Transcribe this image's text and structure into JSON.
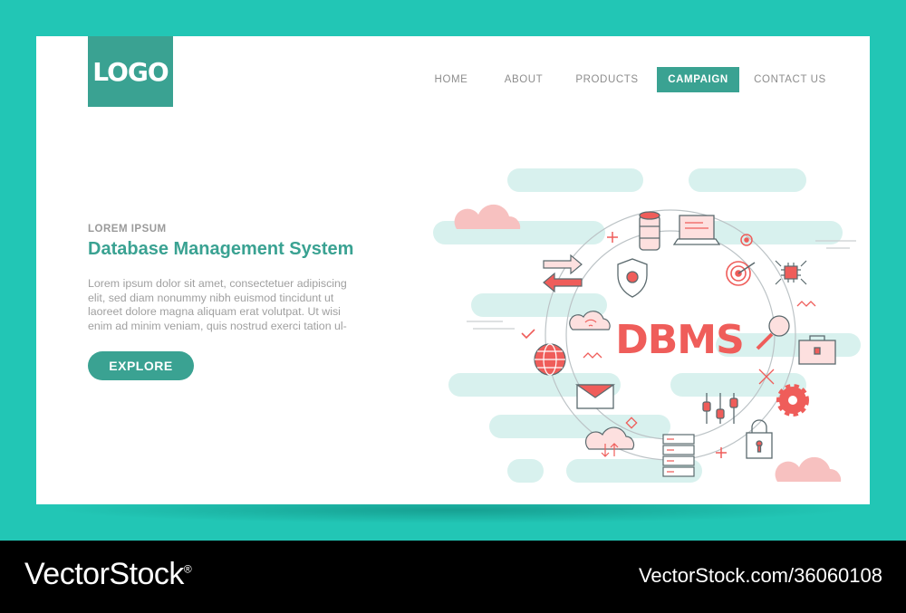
{
  "brand": {
    "logo_text": "LOGO"
  },
  "nav": {
    "items": [
      {
        "label": "HOME"
      },
      {
        "label": "ABOUT"
      },
      {
        "label": "PRODUCTS"
      },
      {
        "label": "CAMPAIGN"
      },
      {
        "label": "CONTACT US"
      }
    ],
    "active": "CAMPAIGN"
  },
  "hero": {
    "eyebrow": "LOREM IPSUM",
    "title": "Database Management System",
    "body_lines": [
      "Lorem ipsum dolor sit amet, consectetuer adipiscing",
      "elit, sed diam nonummy nibh euismod tincidunt ut",
      "laoreet dolore magna aliquam erat volutpat. Ut wisi",
      "enim ad minim veniam, quis nostrud exerci tation ul-"
    ],
    "cta_label": "EXPLORE"
  },
  "illustration": {
    "center_text": "DBMS",
    "icons": [
      "database-icon",
      "laptop-icon",
      "target-icon",
      "chip-icon",
      "arrows-icon",
      "shield-icon",
      "cloud-wifi-icon",
      "globe-icon",
      "magnifier-icon",
      "briefcase-icon",
      "envelope-icon",
      "sliders-icon",
      "gear-icon",
      "cloud-transfer-icon",
      "server-icon",
      "padlock-icon"
    ]
  },
  "colors": {
    "primary": "#3aa292",
    "accent": "#ef5d5a",
    "background": "#22c6b5",
    "pale": "#d8f1ee"
  },
  "watermark": {
    "brand": "VectorStock",
    "registered": "®",
    "id": "VectorStock.com/36060108"
  }
}
